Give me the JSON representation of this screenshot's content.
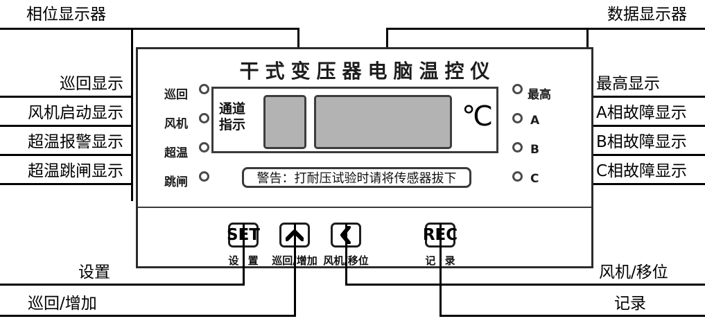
{
  "device": {
    "title": "干式变压器电脑温控仪",
    "channel_indicator_line1": "通道",
    "channel_indicator_line2": "指示",
    "unit_symbol": "℃",
    "warning": "警告：打耐压试验时请将传感器拔下"
  },
  "left_indicators": [
    {
      "panel_label": "巡回",
      "annotation": "巡回显示",
      "icon": "led-indicator"
    },
    {
      "panel_label": "风机",
      "annotation": "风机启动显示",
      "icon": "led-indicator"
    },
    {
      "panel_label": "超温",
      "annotation": "超温报警显示",
      "icon": "led-indicator"
    },
    {
      "panel_label": "跳闸",
      "annotation": "超温跳闸显示",
      "icon": "led-indicator"
    }
  ],
  "right_indicators": [
    {
      "panel_label": "最高",
      "annotation": "最高显示",
      "icon": "led-indicator"
    },
    {
      "panel_label": "A",
      "annotation": "A相故障显示",
      "icon": "led-indicator"
    },
    {
      "panel_label": "B",
      "annotation": "B相故障显示",
      "icon": "led-indicator"
    },
    {
      "panel_label": "C",
      "annotation": "C相故障显示",
      "icon": "led-indicator"
    }
  ],
  "top_annotations": {
    "phase_display": "相位显示器",
    "data_display": "数据显示器"
  },
  "buttons": [
    {
      "face": "SET",
      "icon": "set-text",
      "caption": "设 置",
      "annotation": "设置"
    },
    {
      "face": "",
      "icon": "chevron-up-icon",
      "caption": "巡回/增加",
      "annotation": "巡回/增加"
    },
    {
      "face": "",
      "icon": "chevron-left-icon",
      "caption": "风机/移位",
      "annotation": "风机/移位"
    },
    {
      "face": "REC",
      "icon": "rec-text",
      "caption": "记 录",
      "annotation": "记录"
    }
  ],
  "colors": {
    "screen_fill": "#b3b3b3",
    "panel_border": "#2b2b2b",
    "line": "#000000"
  }
}
